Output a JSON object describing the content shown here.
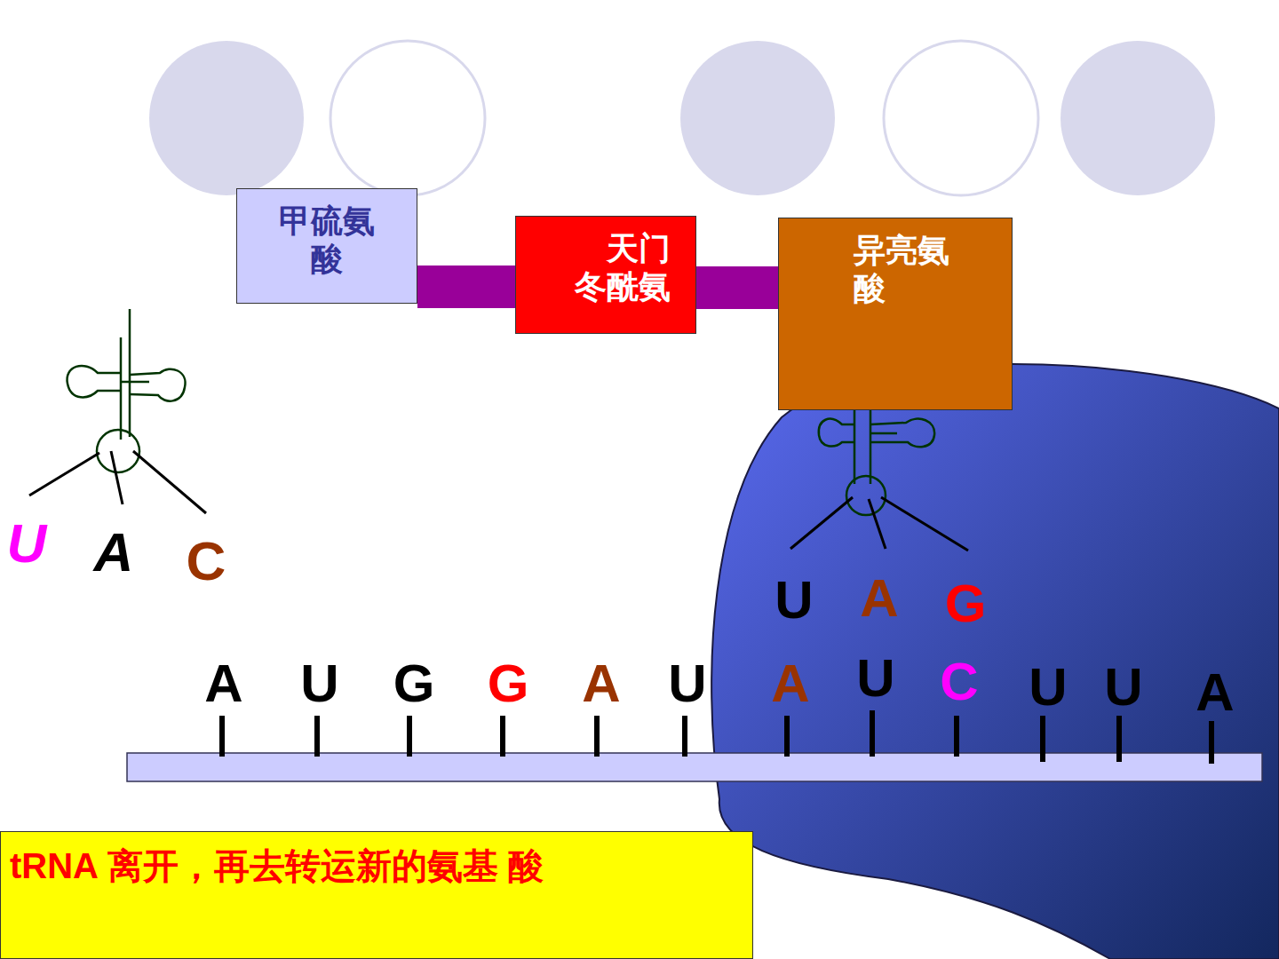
{
  "diagram": {
    "nodes": [
      {
        "text": [
          "甲硫氨 酸"
        ]
      },
      {
        "text": [
          "天门 冬酰氨"
        ]
      },
      {
        "text": [
          "异亮氨 酸"
        ]
      },
      {
        "text": [
          "tRNA 离开，再去转运新的氨基 酸"
        ]
      }
    ],
    "edges": [
      {
        "from": 0,
        "to": 1,
        "arrow": "none"
      },
      {
        "from": 1,
        "to": 2,
        "arrow": "none"
      }
    ],
    "labels": [
      "U",
      "A",
      "C",
      "U",
      "A",
      "G",
      "A",
      "U",
      "G",
      "G",
      "A",
      "U",
      "A",
      "U",
      "C",
      "U",
      "U",
      "A"
    ]
  }
}
